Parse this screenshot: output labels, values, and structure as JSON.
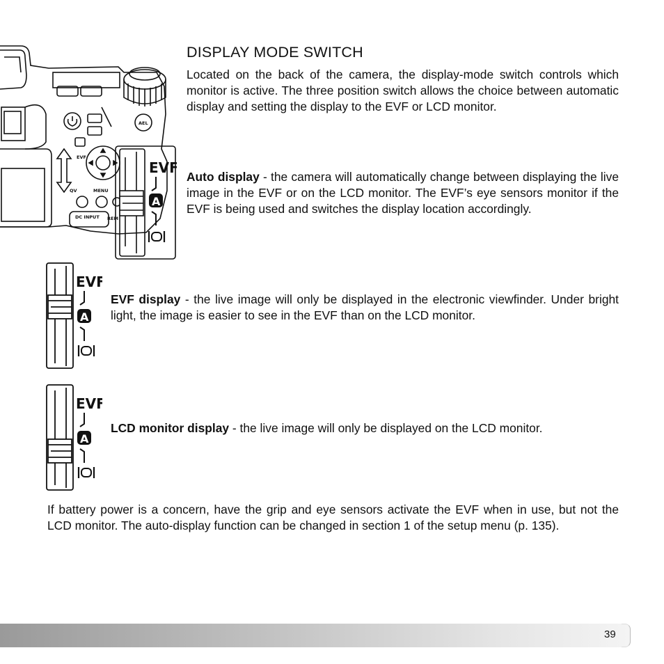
{
  "page": {
    "title": "DISPLAY MODE SWITCH",
    "intro": "Located on the back of the camera, the display-mode switch controls which monitor is active. The three position switch allows the choice between automatic display and setting the display to the EVF or LCD monitor.",
    "auto": {
      "term": "Auto display",
      "text": " - the camera will automatically change between displaying the live image in the EVF or on the LCD monitor. The EVF’s eye sensors monitor if the EVF is being used and switches the display location accordingly."
    },
    "evf": {
      "term": "EVF display",
      "text": " - the live image will only be displayed in the electronic viewfinder. Under bright light, the image is easier to see in the EVF than on the LCD monitor."
    },
    "lcd": {
      "term": "LCD monitor display",
      "text": " - the live image will only be displayed on the LCD monitor."
    },
    "battery": "If battery power is a concern, have the grip and eye sensors activate the EVF when in use, but not the LCD monitor. The auto-display function can be changed in section 1 of the setup menu (p. 135).",
    "page_number": "39"
  },
  "labels": {
    "evf": "EVF",
    "auto": "A",
    "camera_evf": "EVF",
    "menu": "MENU",
    "qv": "QV",
    "dc_input": "DC INPUT",
    "ael": "AEL",
    "rem": "REM"
  },
  "icons": [
    "camera-back-illustration",
    "switch-auto-icon",
    "switch-evf-icon",
    "switch-lcd-icon",
    "double-arrow-icon"
  ]
}
